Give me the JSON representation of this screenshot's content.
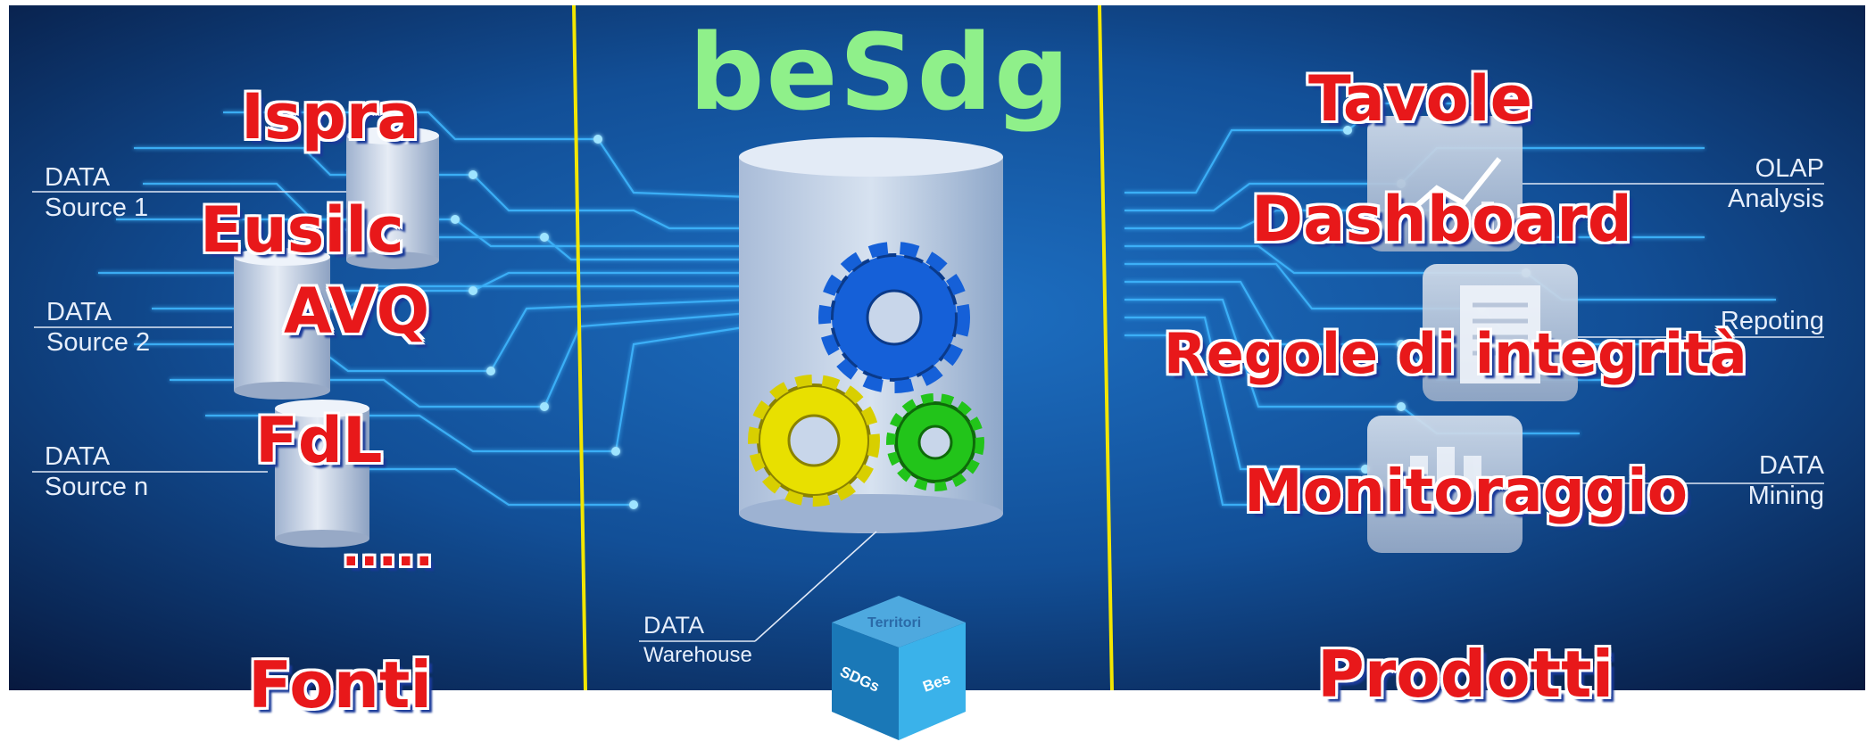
{
  "logo": {
    "text": "beSdg"
  },
  "sources": {
    "data_labels": [
      {
        "line1": "DATA",
        "line2": "Source 1"
      },
      {
        "line1": "DATA",
        "line2": "Source 2"
      },
      {
        "line1": "DATA",
        "line2": "Source n"
      }
    ],
    "names": [
      "Ispra",
      "Eusilc",
      "AVQ",
      "FdL",
      "....."
    ],
    "footer": "Fonti"
  },
  "warehouse": {
    "line1": "DATA",
    "line2": "Warehouse"
  },
  "outputs": {
    "data_labels": [
      {
        "line1": "OLAP",
        "line2": "Analysis"
      },
      {
        "line1": "",
        "line2": "Repoting"
      },
      {
        "line1": "DATA",
        "line2": "Mining"
      }
    ],
    "names": [
      "Tavole",
      "Dashboard",
      "Regole di integrità",
      "Monitoraggio"
    ],
    "footer": "Prodotti"
  },
  "cube": {
    "top": "Territori",
    "left": "SDGs",
    "right": "Bes"
  },
  "colors": {
    "background_dark": "#0a1f4a",
    "background_mid": "#12509a",
    "circuit": "#3fb8ff",
    "divider": "#f2e600",
    "label_red": "#e8181a",
    "logo_green": "#8ff08a",
    "gear_blue": "#1560d8",
    "gear_yellow": "#e8e000",
    "gear_green": "#22c41a"
  }
}
